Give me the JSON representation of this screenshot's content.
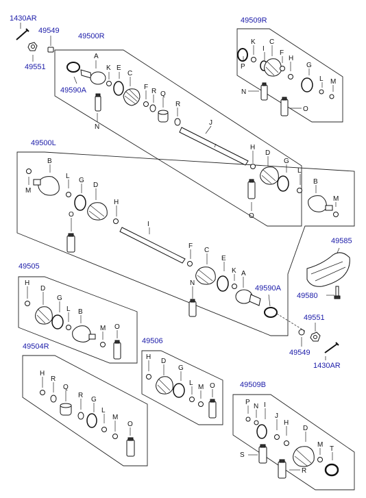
{
  "part_numbers": {
    "p1430ar_top": "1430AR",
    "p49549_top": "49549",
    "p49551_top": "49551",
    "p49500r": "49500R",
    "p49590a_top": "49590A",
    "p49509r": "49509R",
    "p49500l": "49500L",
    "p49585": "49585",
    "p49580": "49580",
    "p49505": "49505",
    "p49590a_mid": "49590A",
    "p49551_bot": "49551",
    "p49549_bot": "49549",
    "p1430ar_bot": "1430AR",
    "p49504r": "49504R",
    "p49506": "49506",
    "p49509b": "49509B"
  },
  "letters": {
    "A": "A",
    "B": "B",
    "C": "C",
    "D": "D",
    "E": "E",
    "F": "F",
    "G": "G",
    "H": "H",
    "I": "I",
    "J": "J",
    "K": "K",
    "L": "L",
    "M": "M",
    "N": "N",
    "O": "O",
    "P": "P",
    "Q": "Q",
    "R": "R",
    "S": "S",
    "T": "T"
  }
}
